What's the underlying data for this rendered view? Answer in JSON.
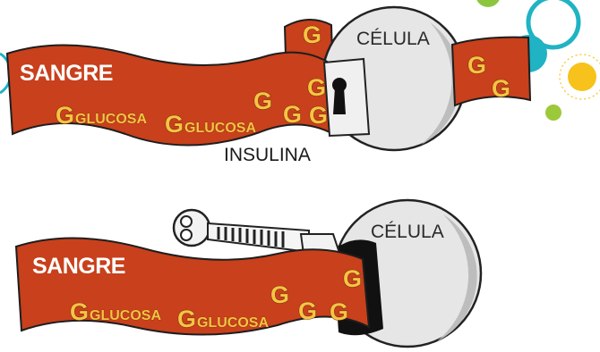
{
  "top_panel": {
    "blood_label": "SANGRE",
    "cell_label": "CÉLULA",
    "glucose_label_1": "GLUCOSA",
    "glucose_label_2": "GLUCOSA",
    "glucose_letter": "G",
    "hormone_label": "INSULINA"
  },
  "bottom_panel": {
    "blood_label": "SANGRE",
    "cell_label": "CÉLULA",
    "glucose_label_1": "GLUCOSA",
    "glucose_label_2": "GLUCOSA",
    "glucose_letter": "G"
  },
  "colors": {
    "blood_ribbon": "#c8401c",
    "ribbon_outline": "#1e1e1e",
    "glucose_text": "#f5c542",
    "cell_fill": "#e6e6e6",
    "decor_teal": "#1fb3c4",
    "decor_yellow": "#f7c21b",
    "decor_lime": "#9cc93a",
    "decor_green": "#8cc63f"
  },
  "icons": {
    "top_lock": "keyhole-icon",
    "bottom_key": "key-icon"
  }
}
